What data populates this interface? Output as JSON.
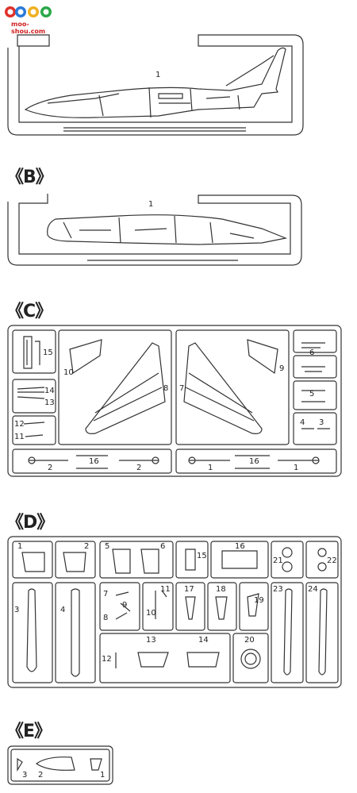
{
  "watermark": {
    "url": "moo-shou.com"
  },
  "sections": {
    "A": {
      "part_labels": [
        "1"
      ]
    },
    "B": {
      "label": "《B》",
      "part_labels": [
        "1"
      ]
    },
    "C": {
      "label": "《C》",
      "part_labels": [
        "15",
        "10",
        "14",
        "13",
        "12",
        "11",
        "8",
        "7",
        "9",
        "6",
        "5",
        "4",
        "3",
        "2",
        "16",
        "2",
        "1",
        "16",
        "1"
      ]
    },
    "D": {
      "label": "《D》",
      "part_labels": [
        "1",
        "2",
        "5",
        "6",
        "15",
        "16",
        "21",
        "22",
        "3",
        "4",
        "7",
        "9",
        "8",
        "11",
        "10",
        "17",
        "18",
        "19",
        "23",
        "24",
        "13",
        "14",
        "12",
        "20"
      ]
    },
    "E": {
      "label": "《E》",
      "part_labels": [
        "3",
        "2",
        "1"
      ]
    }
  }
}
